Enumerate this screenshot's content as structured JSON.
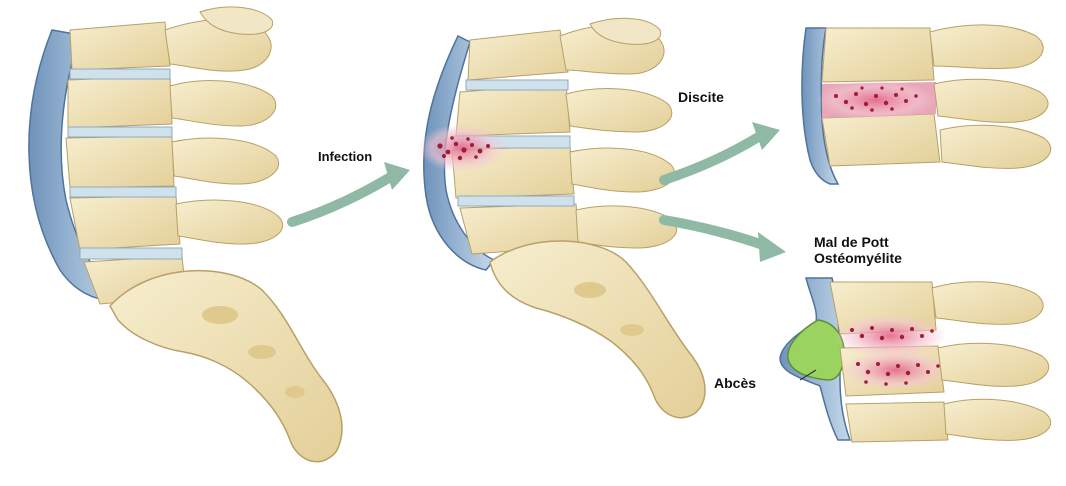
{
  "labels": {
    "infection": "Infection",
    "discite": "Discite",
    "mal_de_pott": "Mal de Pott",
    "osteomyelite": "Ostéomyélite",
    "abces": "Abcès"
  },
  "colors": {
    "bone": "#f3e7bf",
    "bone_shadow": "#d9c58f",
    "bone_outline": "#b8a066",
    "disc": "#cfe2ec",
    "ligament": "#9fbbd6",
    "ligament_dark": "#5b7fa8",
    "arrow": "#8fb9a4",
    "infection": "#c23a5a",
    "infection_glow": "#f4c6d2",
    "abscess": "#9ad35f"
  },
  "icons": [
    "spine-normal-illustration",
    "spine-infection-illustration",
    "discitis-illustration",
    "pott-osteomyelitis-illustration",
    "progression-arrow"
  ]
}
